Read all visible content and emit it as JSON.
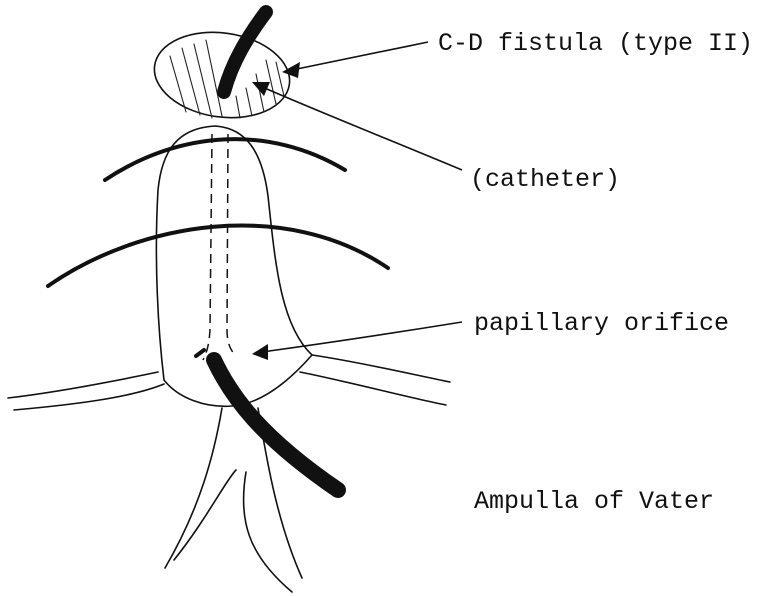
{
  "labels": {
    "fistula": "C-D fistula (type II)",
    "catheter": "(catheter)",
    "papillary_orifice": "papillary orifice",
    "ampulla": "Ampulla of Vater"
  },
  "colors": {
    "ink": "#111111",
    "background": "#ffffff"
  }
}
